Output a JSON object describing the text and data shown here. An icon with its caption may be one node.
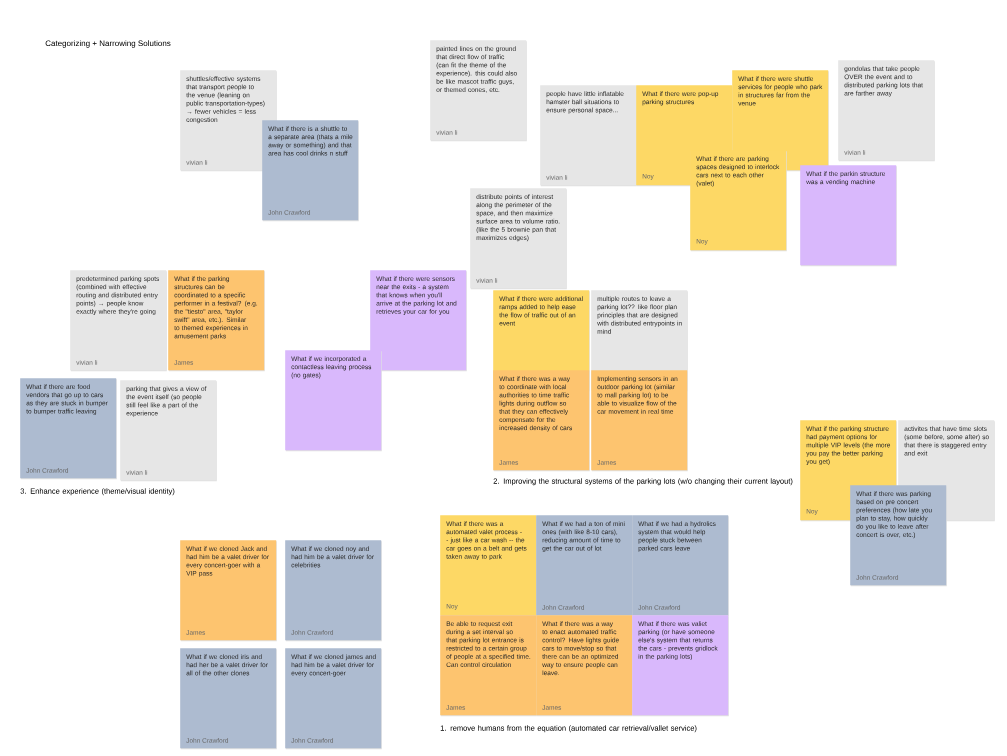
{
  "diagram": {
    "title": "Categorizing + Narrowing Solutions",
    "nodes": [
      {
        "text": [
          "shuttles/effective systems that transport people to the venue (leaning on public transportation-types) → fewer vehicles = less congestion",
          "vivian li"
        ]
      },
      {
        "text": [
          "What if there is a shuttle to a separate area (thats a mile away or something) and that area has cool drinks n stuff",
          "John Crawford"
        ]
      },
      {
        "text": [
          "painted lines on the ground that direct flow of traffic (can fit the theme of the experience). this could also be like mascot traffic guys, or themed cones, etc.",
          "vivian li"
        ]
      },
      {
        "text": [
          "people have little inflatable hamster ball situations to ensure personal space...",
          "vivian li"
        ]
      },
      {
        "text": [
          "What if there were pop-up parking structures",
          "Noy"
        ]
      },
      {
        "text": [
          "What if there were shuttle services for people who park in structures far from the venue"
        ]
      },
      {
        "text": [
          "gondolas that take people OVER the event and to distributed parking lots that are farther away",
          "vivian li"
        ]
      },
      {
        "text": [
          "What if there are parking spaces designed to interlock cars next to each other (valet)",
          "Noy"
        ]
      },
      {
        "text": [
          "What if the parkin structure was a vending machine"
        ]
      },
      {
        "text": [
          "distribute points of interest along the perimeter of the space, and then maximize surface area to volume ratio. (like the 5 brownie pan that maximizes edges)",
          "vivian li"
        ]
      },
      {
        "text": [
          "What if there were sensors near the exits - a system that knows when you'll arrive at the parking lot and retrieves your car for you"
        ]
      },
      {
        "text": [
          "What if there were additional ramps added to help ease the flow of traffic out of an event"
        ]
      },
      {
        "text": [
          "multiple routes to leave a parking lot?? like floor plan principles that are designed with distributed entrypoints in mind"
        ]
      },
      {
        "text": [
          "What if we incorporated a contactless leaving process (no gates)"
        ]
      },
      {
        "text": [
          "What if there was a way to coordinate with local authorities to time traffic lights during outflow so that they can effectively compensate for the increased density of cars",
          "James"
        ]
      },
      {
        "text": [
          "Implementing sensors in an outdoor parking lot (similar to mall parking lot) to be able to visualize flow of the car movement in real time",
          "James"
        ]
      },
      {
        "text": [
          "predetermined parking spots (combined with effective routing and distributed entry points) → people know exactly where they're going",
          "vivian li"
        ]
      },
      {
        "text": [
          "What if the parking structures can be coordinated to a specific performer in a festival? (e.g. the \"tiesto\" area, \"taylor swift\" area, etc.). Similar to themed experiences in amusement parks",
          "James"
        ]
      },
      {
        "text": [
          "What if there are food vendors that go up to cars as they are stuck in bumper to bumper traffic leaving",
          "John Crawford"
        ]
      },
      {
        "text": [
          "parking that gives a view of the event itself (so people still feel like a part of the experience",
          "vivian li"
        ]
      },
      {
        "text": [
          "What if the parking structure had payment options for multiple VIP levels (the more you pay the better parking you get)",
          "Noy"
        ]
      },
      {
        "text": [
          "activites that have time slots (some before, some after) so that there is staggered entry and exit"
        ]
      },
      {
        "text": [
          "What if there was parking based on pre concert preferences (how late you plan to stay, how quickly do you like to leave after concert is over, etc.)",
          "John Crawford"
        ]
      },
      {
        "text": [
          "What if we cloned Jack and had him be a valet driver for every concert-goer with a VIP pass",
          "James"
        ]
      },
      {
        "text": [
          "What if we cloned noy and had him be a valet driver for celebrities",
          "John Crawford"
        ]
      },
      {
        "text": [
          "What if we cloned iris and had her be a valet driver for all of the other clones",
          "John Crawford"
        ]
      },
      {
        "text": [
          "What if we cloned james and had him be a valet driver for every concert-goer",
          "John Crawford"
        ]
      },
      {
        "text": [
          "What if there was a automated valet process -- just like a car wash -- the car goes on a belt and gets taken away to park",
          "Noy"
        ]
      },
      {
        "text": [
          "What if we had a ton of mini ones (with like 8-10 cars), reducing amount of time to get the car out of lot",
          "John Crawford"
        ]
      },
      {
        "text": [
          "What if we had a hydrolics system that would help people stuck between parked cars leave",
          "John Crawford"
        ]
      },
      {
        "text": [
          "Be able to request exit during a set interval so that parking lot entrance is restricted to a certain group of people at a specified time. Can control circulation",
          "James"
        ]
      },
      {
        "text": [
          "What if there was a way to enact automated traffic control? Have lights guide cars to move/stop so that there can be an optimized way to ensure people can leave.",
          "James"
        ]
      },
      {
        "text": [
          "What if there was valiet parking (or have someone else's system that returns the cars - prevents gridlock in the parking lots)"
        ]
      }
    ],
    "labels": [
      "3. Enhance experience (theme/visual identity)",
      "2. Improving the structural systems of the parking lots (w/o changing their current layout)",
      "1. remove humans from the equation (automated car retrieval/vallet service)"
    ]
  }
}
